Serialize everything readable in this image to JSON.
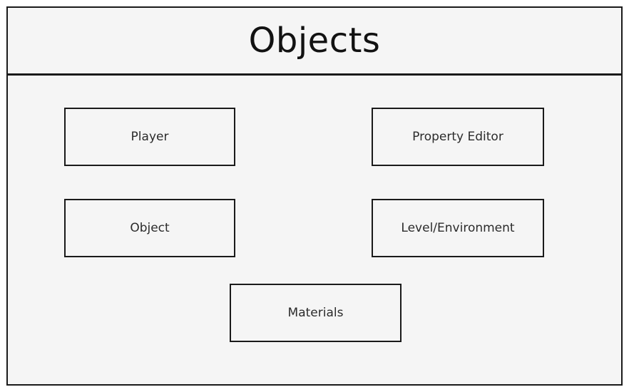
{
  "diagram": {
    "type": "block-diagram",
    "title": "Objects",
    "colors": {
      "background": "#ffffff",
      "panel_fill": "#f5f5f5",
      "border": "#1a1a1a",
      "title_text": "#121212",
      "node_text": "#2b2b2b"
    },
    "nodes": [
      {
        "id": "player",
        "label": "Player"
      },
      {
        "id": "property-editor",
        "label": "Property Editor"
      },
      {
        "id": "object",
        "label": "Object"
      },
      {
        "id": "level-environment",
        "label": "Level/Environment"
      },
      {
        "id": "materials",
        "label": "Materials"
      }
    ]
  }
}
